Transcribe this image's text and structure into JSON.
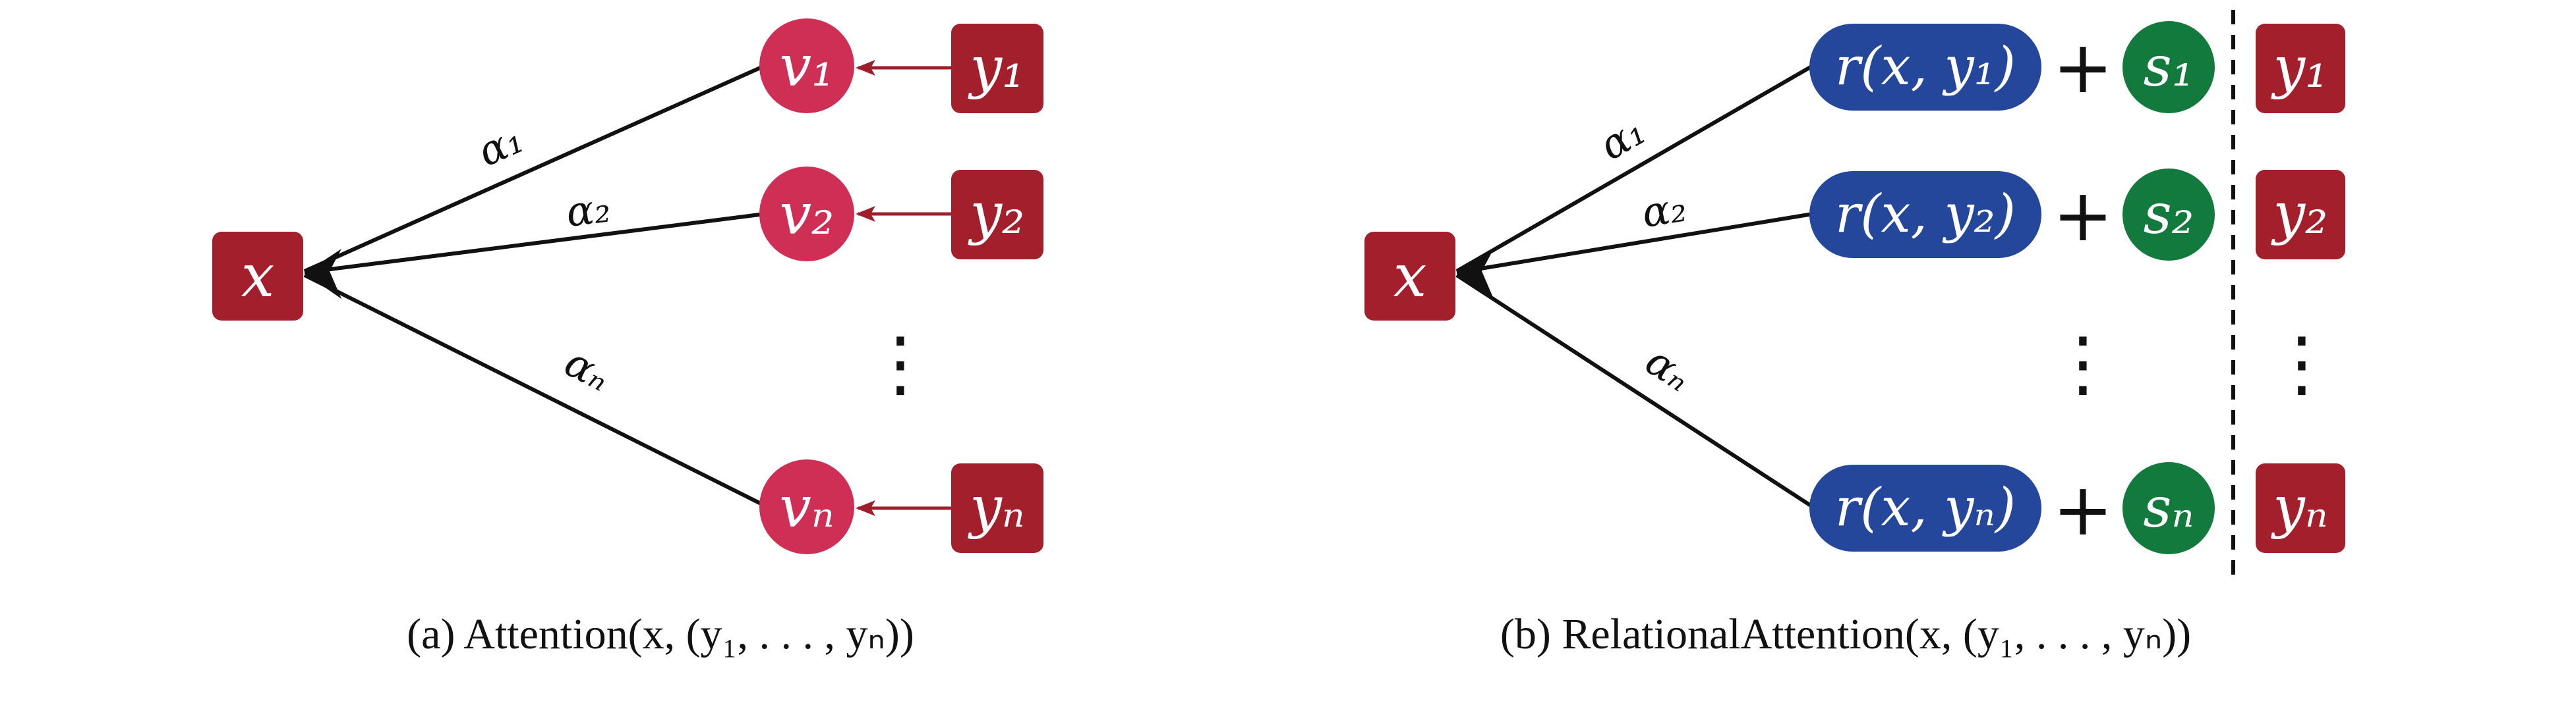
{
  "colors": {
    "input_box": "#a31f2c",
    "value_circle": "#cf2e55",
    "relation_pill": "#24479b",
    "symbol_circle": "#137a3d",
    "edge": "#111111",
    "value_arrow": "#9c1f2b"
  },
  "panel_a": {
    "caption": "(a) Attention(x, (y₁, . . . , yₙ))",
    "x_node": "x",
    "values": [
      "v₁",
      "v₂",
      "vₙ"
    ],
    "inputs": [
      "y₁",
      "y₂",
      "yₙ"
    ],
    "weights": [
      "α₁",
      "α₂",
      "αₙ"
    ],
    "ellipsis": "⋮"
  },
  "panel_b": {
    "caption": "(b) RelationalAttention(x, (y₁, . . . , yₙ))",
    "x_node": "x",
    "relations": [
      "r(x, y₁)",
      "r(x, y₂)",
      "r(x, yₙ)"
    ],
    "plus": [
      "+",
      "+",
      "+"
    ],
    "symbols": [
      "s₁",
      "s₂",
      "sₙ"
    ],
    "inputs": [
      "y₁",
      "y₂",
      "yₙ"
    ],
    "weights": [
      "α₁",
      "α₂",
      "αₙ"
    ],
    "ellipsis": "⋮"
  }
}
